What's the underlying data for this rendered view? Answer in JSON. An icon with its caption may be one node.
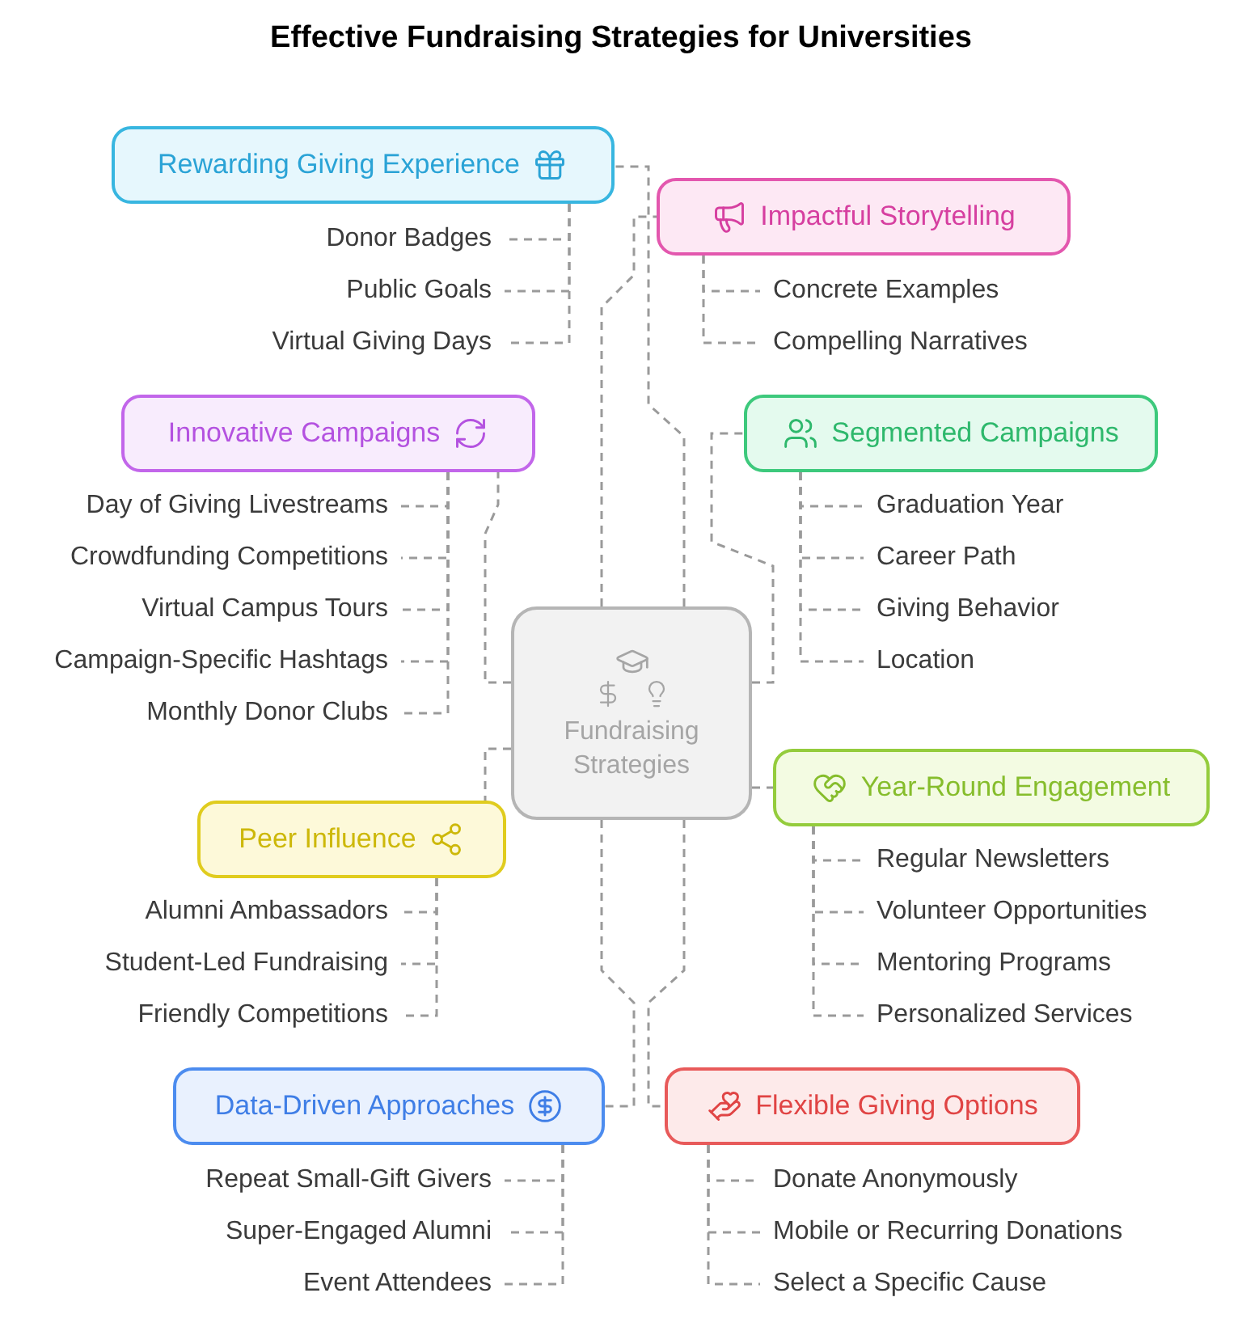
{
  "diagram": {
    "title": "Effective Fundraising Strategies for Universities",
    "nodes": [
      {
        "text": [
          "Fundraising Strategies"
        ]
      },
      {
        "text": [
          "Rewarding Giving Experience"
        ]
      },
      {
        "text": [
          "Donor Badges"
        ]
      },
      {
        "text": [
          "Public Goals"
        ]
      },
      {
        "text": [
          "Virtual Giving Days"
        ]
      },
      {
        "text": [
          "Impactful Storytelling"
        ]
      },
      {
        "text": [
          "Concrete Examples"
        ]
      },
      {
        "text": [
          "Compelling Narratives"
        ]
      },
      {
        "text": [
          "Innovative Campaigns"
        ]
      },
      {
        "text": [
          "Day of Giving Livestreams"
        ]
      },
      {
        "text": [
          "Crowdfunding Competitions"
        ]
      },
      {
        "text": [
          "Virtual Campus Tours"
        ]
      },
      {
        "text": [
          "Campaign-Specific Hashtags"
        ]
      },
      {
        "text": [
          "Monthly Donor Clubs"
        ]
      },
      {
        "text": [
          "Segmented Campaigns"
        ]
      },
      {
        "text": [
          "Graduation Year"
        ]
      },
      {
        "text": [
          "Career Path"
        ]
      },
      {
        "text": [
          "Giving Behavior"
        ]
      },
      {
        "text": [
          "Location"
        ]
      },
      {
        "text": [
          "Peer Influence"
        ]
      },
      {
        "text": [
          "Alumni Ambassadors"
        ]
      },
      {
        "text": [
          "Student-Led Fundraising"
        ]
      },
      {
        "text": [
          "Friendly Competitions"
        ]
      },
      {
        "text": [
          "Year-Round Engagement"
        ]
      },
      {
        "text": [
          "Regular Newsletters"
        ]
      },
      {
        "text": [
          "Volunteer Opportunities"
        ]
      },
      {
        "text": [
          "Mentoring Programs"
        ]
      },
      {
        "text": [
          "Personalized Services"
        ]
      },
      {
        "text": [
          "Data-Driven Approaches"
        ]
      },
      {
        "text": [
          "Repeat Small-Gift Givers"
        ]
      },
      {
        "text": [
          "Super-Engaged Alumni"
        ]
      },
      {
        "text": [
          "Event Attendees"
        ]
      },
      {
        "text": [
          "Flexible Giving Options"
        ]
      },
      {
        "text": [
          "Donate Anonymously"
        ]
      },
      {
        "text": [
          "Mobile or Recurring Donations"
        ]
      },
      {
        "text": [
          "Select a Specific Cause"
        ]
      }
    ],
    "edges": [
      {
        "from": 0,
        "to": 1,
        "arrow": "none"
      },
      {
        "from": 0,
        "to": 5,
        "arrow": "none"
      },
      {
        "from": 0,
        "to": 8,
        "arrow": "none"
      },
      {
        "from": 0,
        "to": 14,
        "arrow": "none"
      },
      {
        "from": 0,
        "to": 19,
        "arrow": "none"
      },
      {
        "from": 0,
        "to": 23,
        "arrow": "none"
      },
      {
        "from": 0,
        "to": 28,
        "arrow": "none"
      },
      {
        "from": 0,
        "to": 32,
        "arrow": "none"
      },
      {
        "from": 1,
        "to": 2,
        "arrow": "none"
      },
      {
        "from": 1,
        "to": 3,
        "arrow": "none"
      },
      {
        "from": 1,
        "to": 4,
        "arrow": "none"
      },
      {
        "from": 5,
        "to": 6,
        "arrow": "none"
      },
      {
        "from": 5,
        "to": 7,
        "arrow": "none"
      },
      {
        "from": 8,
        "to": 9,
        "arrow": "none"
      },
      {
        "from": 8,
        "to": 10,
        "arrow": "none"
      },
      {
        "from": 8,
        "to": 11,
        "arrow": "none"
      },
      {
        "from": 8,
        "to": 12,
        "arrow": "none"
      },
      {
        "from": 8,
        "to": 13,
        "arrow": "none"
      },
      {
        "from": 14,
        "to": 15,
        "arrow": "none"
      },
      {
        "from": 14,
        "to": 16,
        "arrow": "none"
      },
      {
        "from": 14,
        "to": 17,
        "arrow": "none"
      },
      {
        "from": 14,
        "to": 18,
        "arrow": "none"
      },
      {
        "from": 19,
        "to": 20,
        "arrow": "none"
      },
      {
        "from": 19,
        "to": 21,
        "arrow": "none"
      },
      {
        "from": 19,
        "to": 22,
        "arrow": "none"
      },
      {
        "from": 23,
        "to": 24,
        "arrow": "none"
      },
      {
        "from": 23,
        "to": 25,
        "arrow": "none"
      },
      {
        "from": 23,
        "to": 26,
        "arrow": "none"
      },
      {
        "from": 23,
        "to": 27,
        "arrow": "none"
      },
      {
        "from": 28,
        "to": 29,
        "arrow": "none"
      },
      {
        "from": 28,
        "to": 30,
        "arrow": "none"
      },
      {
        "from": 28,
        "to": 31,
        "arrow": "none"
      },
      {
        "from": 32,
        "to": 33,
        "arrow": "none"
      },
      {
        "from": 32,
        "to": 34,
        "arrow": "none"
      },
      {
        "from": 32,
        "to": 35,
        "arrow": "none"
      }
    ]
  }
}
